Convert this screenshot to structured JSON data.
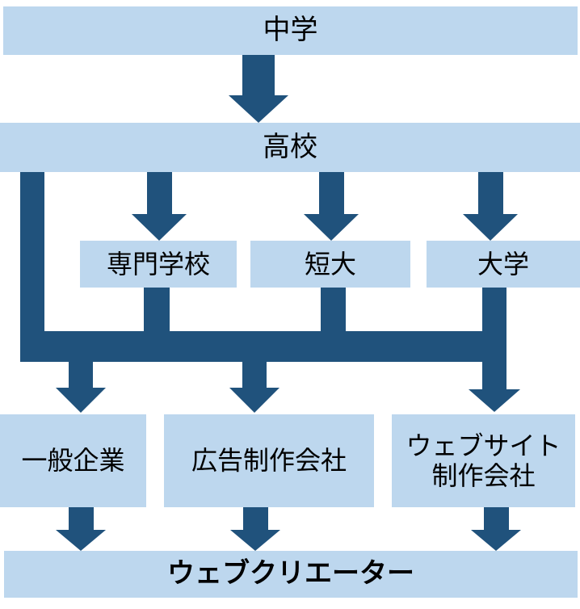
{
  "colors": {
    "node_fill": "#BDD7EE",
    "arrow_dark": "#20527C",
    "text": "#000000",
    "background": "#FFFFFF"
  },
  "nodes": {
    "junior_high": {
      "label": "中学"
    },
    "high_school": {
      "label": "高校"
    },
    "vocational_school": {
      "label": "専門学校"
    },
    "junior_college": {
      "label": "短大"
    },
    "university": {
      "label": "大学"
    },
    "general_company": {
      "label": "一般企業"
    },
    "ad_production_company": {
      "label": "広告制作会社"
    },
    "website_production_company": {
      "line1": "ウェブサイト",
      "line2": "制作会社"
    },
    "web_creator": {
      "label": "ウェブクリエーター"
    }
  },
  "edges": [
    {
      "from": [
        "中学"
      ],
      "to": [
        "高校"
      ]
    },
    {
      "from": [
        "高校"
      ],
      "to": [
        "専門学校",
        "短大",
        "大学"
      ]
    },
    {
      "from": [
        "高校",
        "専門学校",
        "短大",
        "大学"
      ],
      "to": [
        "一般企業",
        "広告制作会社",
        "ウェブサイト制作会社"
      ]
    },
    {
      "from": [
        "一般企業",
        "広告制作会社",
        "ウェブサイト制作会社"
      ],
      "to": [
        "ウェブクリエーター"
      ]
    }
  ]
}
